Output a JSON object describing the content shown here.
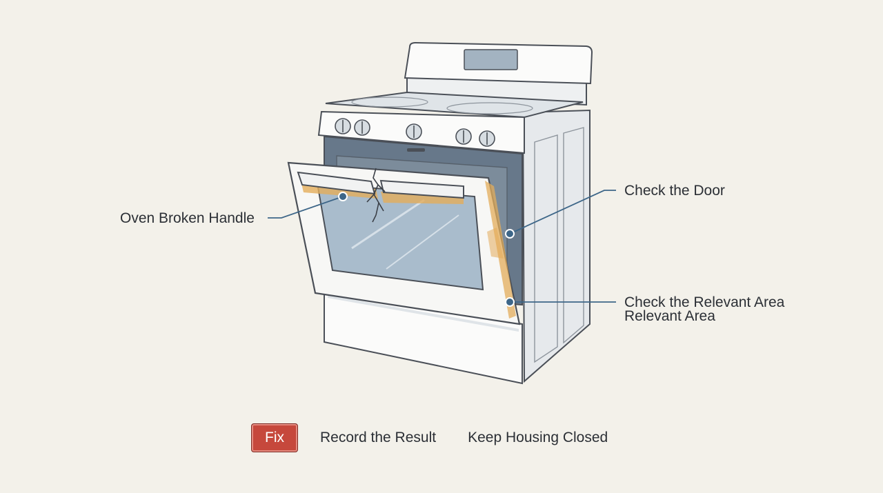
{
  "callouts": {
    "broken_handle": "Oven Broken Handle",
    "door": "Check the Door",
    "relevant_area_line1": "Check the Relevant Area",
    "relevant_area_line2": "Relevant Area"
  },
  "toolbar": {
    "fix_label": "Fix",
    "record_label": "Record the Result",
    "housing_label": "Keep Housing Closed"
  },
  "colors": {
    "background": "#f3f1ea",
    "fix_button": "#c6483c",
    "highlight": "#e3ac5a",
    "callout_dot": "#3d6688",
    "stove_line": "#4a4f57",
    "window_blue": "#a9bccc"
  }
}
